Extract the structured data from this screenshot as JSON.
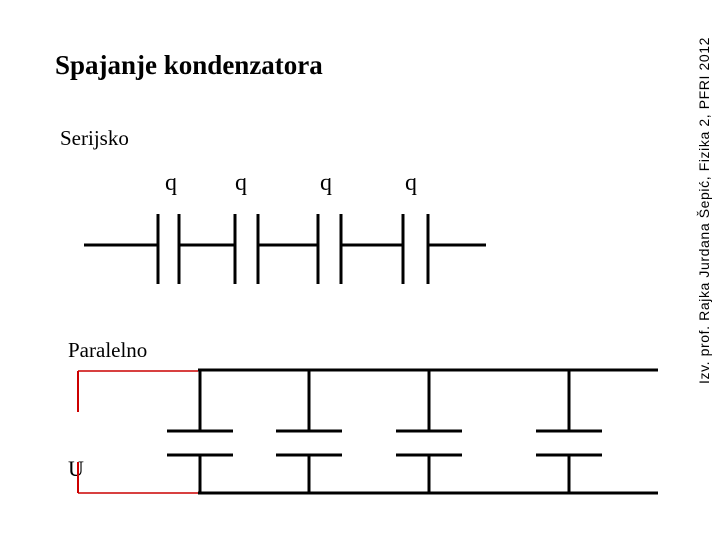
{
  "slide": {
    "title": "Spajanje kondenzatora",
    "serial_label": "Serijsko",
    "parallel_label": "Paralelno",
    "voltage_label": "U",
    "side_credit": "Izv. prof. Rajka Jurdana Šepić, Fizika 2, PFRI 2012"
  },
  "serial_capacitors": [
    {
      "charge_label": "q"
    },
    {
      "charge_label": "q"
    },
    {
      "charge_label": "q"
    },
    {
      "charge_label": "q"
    }
  ],
  "parallel_capacitor_count": 4,
  "colors": {
    "wire": "#000000",
    "voltage_marker": "#cc0000"
  }
}
